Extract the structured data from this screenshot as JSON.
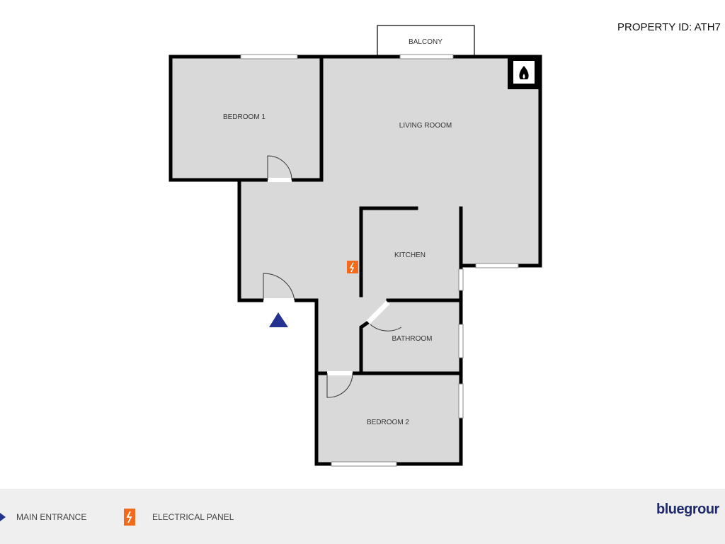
{
  "header": {
    "property_id": "PROPERTY ID: ATH7"
  },
  "rooms": {
    "balcony": "BALCONY",
    "bedroom1": "BEDROOM 1",
    "living_room": "LIVING ROOOM",
    "kitchen": "KITCHEN",
    "bathroom": "BATHROOM",
    "bedroom2": "BEDROOM 2"
  },
  "legend": {
    "items": [
      {
        "icon": "main-entrance-triangle-icon",
        "label": "MAIN ENTRANCE"
      },
      {
        "icon": "electrical-panel-icon",
        "label": "ELECTRICAL PANEL"
      }
    ],
    "brand": "bluegrour"
  },
  "colors": {
    "floor": "#d9d9d9",
    "wall": "#000000",
    "entrance": "#24338f",
    "electrical": "#f26a1b",
    "brand": "#1f2a6b",
    "legend_bg": "#efefef"
  }
}
